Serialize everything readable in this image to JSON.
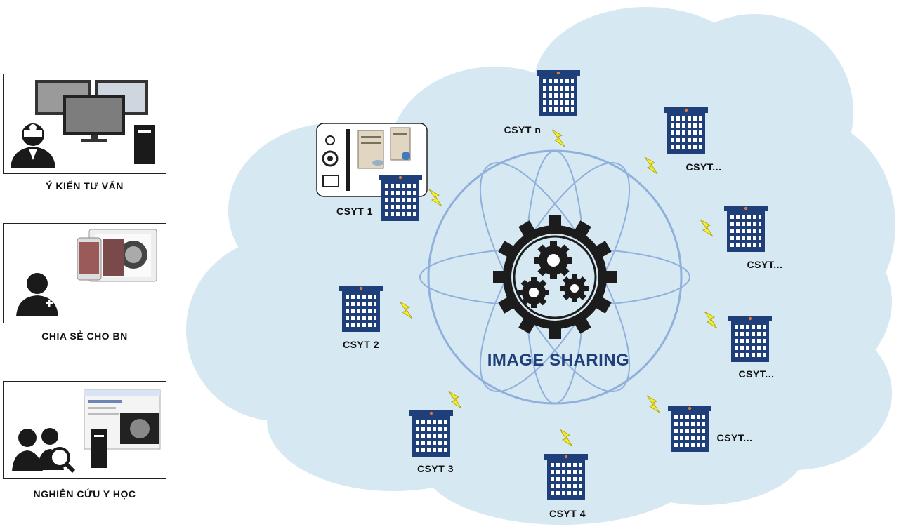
{
  "side_panels": [
    {
      "label": "Ý KIẾN TƯ VẤN",
      "icon": "doctor-workstation-icon"
    },
    {
      "label": "CHIA SẺ CHO BN",
      "icon": "patient-tablet-icon"
    },
    {
      "label": "NGHIÊN CỨU Y HỌC",
      "icon": "research-icon"
    }
  ],
  "center": {
    "title": "IMAGE SHARING",
    "icon": "gears-icon"
  },
  "facilities": {
    "csyt_1": "CSYT 1",
    "csyt_2": "CSYT 2",
    "csyt_3": "CSYT 3",
    "csyt_4": "CSYT 4",
    "csyt_n": "CSYT n",
    "csyt_a": "CSYT...",
    "csyt_b": "CSYT...",
    "csyt_c": "CSYT...",
    "csyt_d": "CSYT..."
  },
  "colors": {
    "cloud": "#d6e8f1",
    "ring": "#8fb0dc",
    "building": "#1f3f7a",
    "bolt": "#f2ef32",
    "gear": "#1c1c1c"
  }
}
